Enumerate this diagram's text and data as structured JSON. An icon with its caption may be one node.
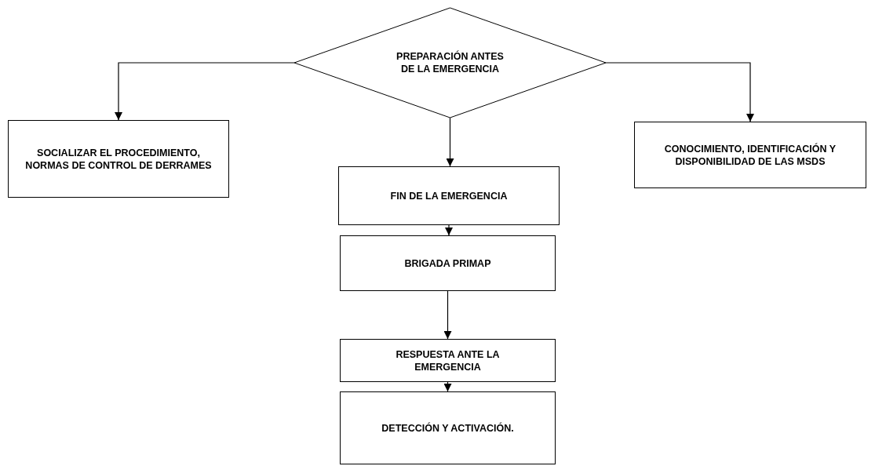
{
  "diagram": {
    "nodes": [
      {
        "text": [
          "PREPARACIÓN ANTES DE LA EMERGENCIA"
        ]
      },
      {
        "text": [
          "SOCIALIZAR EL PROCEDIMIENTO, NORMAS DE CONTROL DE DERRAMES"
        ]
      },
      {
        "text": [
          "CONOCIMIENTO, IDENTIFICACIÓN Y DISPONIBILIDAD DE LAS MSDS"
        ]
      },
      {
        "text": [
          "FIN DE LA EMERGENCIA"
        ]
      },
      {
        "text": [
          "BRIGADA PRIMAP"
        ]
      },
      {
        "text": [
          "RESPUESTA ANTE LA EMERGENCIA"
        ]
      },
      {
        "text": [
          "DETECCIÓN Y ACTIVACIÓN."
        ]
      }
    ],
    "edges": [
      {
        "from": 0,
        "to": 1,
        "arrow": "to"
      },
      {
        "from": 0,
        "to": 2,
        "arrow": "to"
      },
      {
        "from": 0,
        "to": 3,
        "arrow": "to"
      },
      {
        "from": 3,
        "to": 4,
        "arrow": "to"
      },
      {
        "from": 4,
        "to": 5,
        "arrow": "to"
      },
      {
        "from": 5,
        "to": 6,
        "arrow": "to"
      }
    ]
  }
}
